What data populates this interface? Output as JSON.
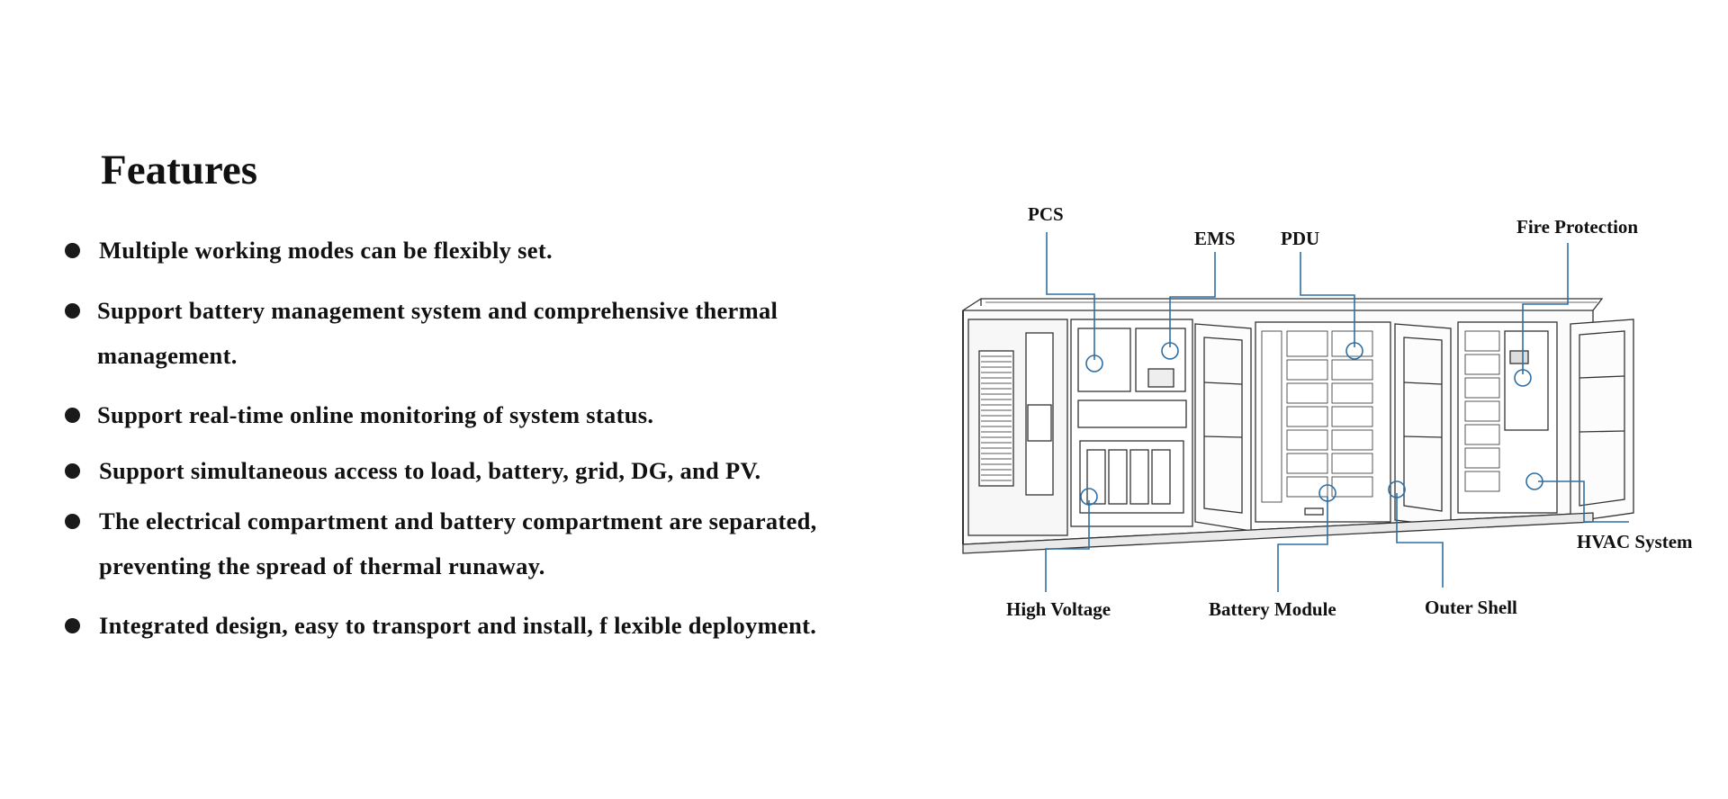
{
  "features": {
    "title": "Features",
    "items": [
      {
        "lines": [
          "Multiple working modes can be flexibly set."
        ]
      },
      {
        "lines": [
          "Support battery management system and comprehensive thermal",
          "management."
        ]
      },
      {
        "lines": [
          "Support real-time online monitoring of system status."
        ]
      },
      {
        "lines": [
          "Support simultaneous access to load, battery, grid, DG, and PV."
        ]
      },
      {
        "lines": [
          "The electrical compartment and battery compartment are separated,",
          "preventing the spread of thermal runaway."
        ]
      },
      {
        "lines": [
          "Integrated design, easy to transport and install, f lexible deployment."
        ]
      }
    ]
  },
  "diagram": {
    "callout_color": "#2f6fa3",
    "labels": {
      "pcs": "PCS",
      "ems": "EMS",
      "pdu": "PDU",
      "fire_protection": "Fire Protection",
      "hvac_system": "HVAC System",
      "high_voltage": "High Voltage",
      "battery_module": "Battery Module",
      "outer_shell": "Outer Shell"
    }
  }
}
